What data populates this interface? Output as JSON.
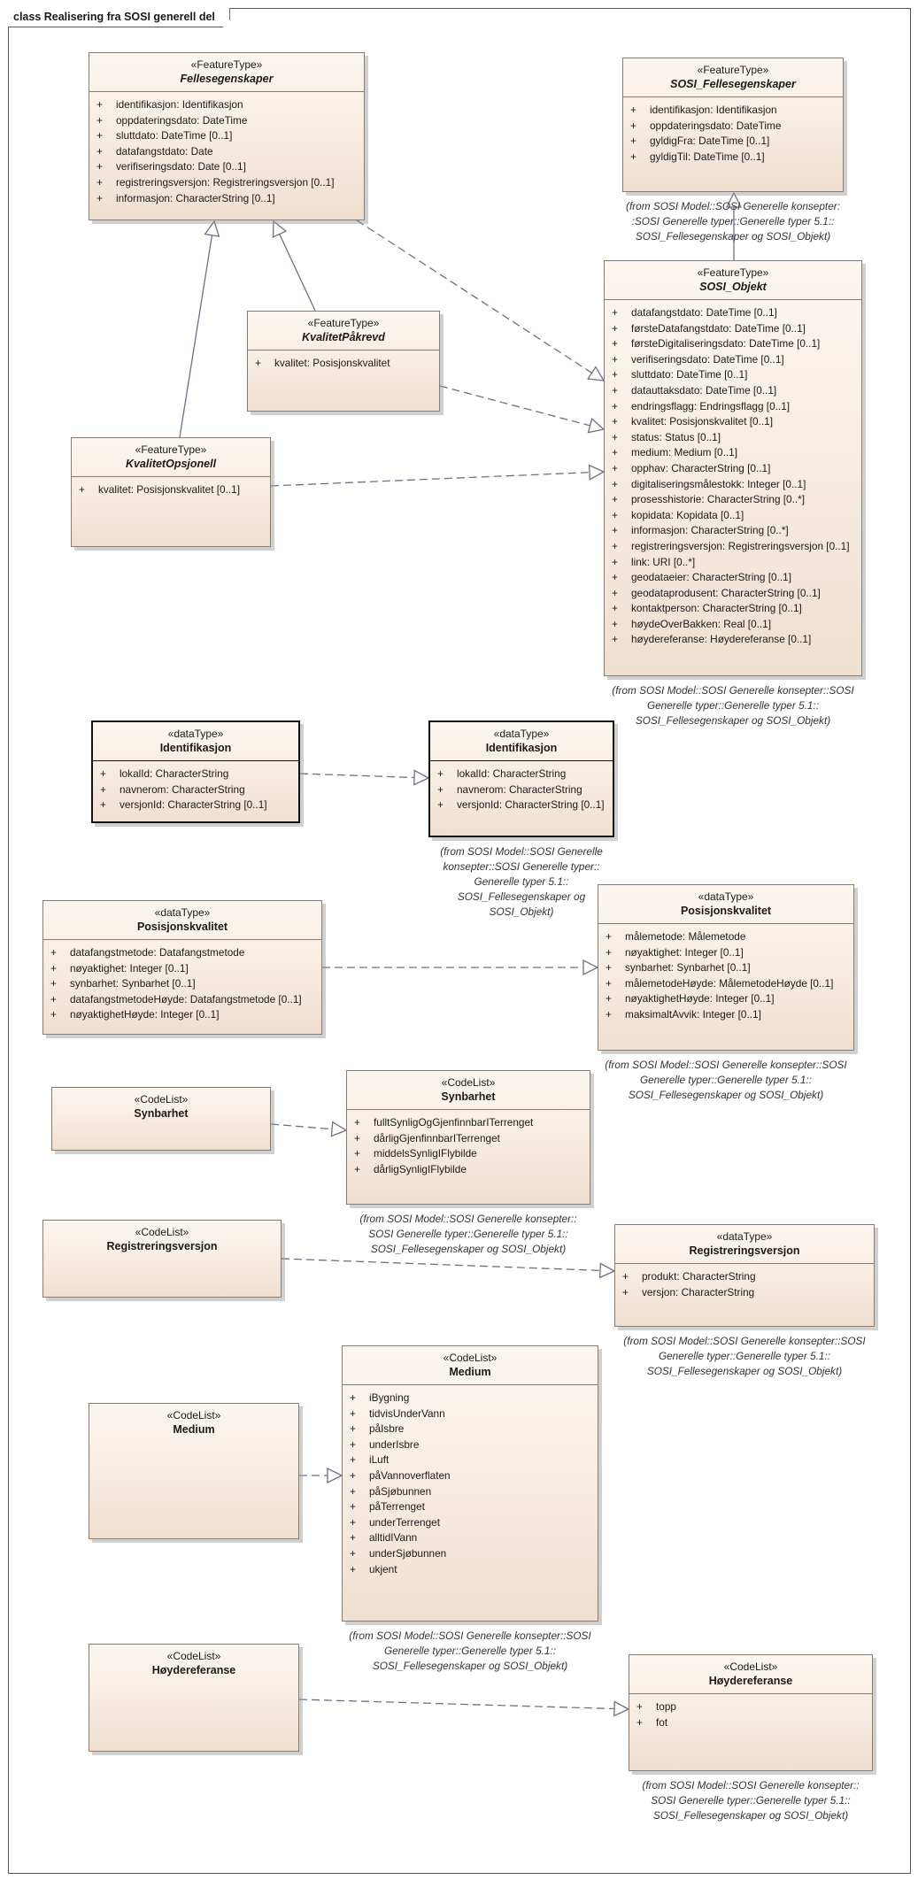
{
  "diagram_title": "class Realisering fra SOSI generell del",
  "classes": {
    "fellesegenskaper": {
      "stereotype": "«FeatureType»",
      "name": "Fellesegenskaper",
      "attributes": [
        {
          "vis": "+",
          "text": "identifikasjon: Identifikasjon"
        },
        {
          "vis": "+",
          "text": "oppdateringsdato: DateTime"
        },
        {
          "vis": "+",
          "text": "sluttdato: DateTime [0..1]"
        },
        {
          "vis": "+",
          "text": "datafangstdato: Date"
        },
        {
          "vis": "+",
          "text": "verifiseringsdato: Date [0..1]"
        },
        {
          "vis": "+",
          "text": "registreringsversjon: Registreringsversjon [0..1]"
        },
        {
          "vis": "+",
          "text": "informasjon: CharacterString [0..1]"
        }
      ]
    },
    "sosi_fellesegenskaper": {
      "stereotype": "«FeatureType»",
      "name": "SOSI_Fellesegenskaper",
      "attributes": [
        {
          "vis": "+",
          "text": "identifikasjon: Identifikasjon"
        },
        {
          "vis": "+",
          "text": "oppdateringsdato: DateTime"
        },
        {
          "vis": "+",
          "text": "gyldigFra: DateTime [0..1]"
        },
        {
          "vis": "+",
          "text": "gyldigTil: DateTime [0..1]"
        }
      ],
      "note": [
        "(from SOSI Model::SOSI Generelle konsepter:",
        ":SOSI Generelle typer::Generelle typer 5.1::",
        "SOSI_Fellesegenskaper og SOSI_Objekt)"
      ]
    },
    "kvalitet_pakrevd": {
      "stereotype": "«FeatureType»",
      "name": "KvalitetPåkrevd",
      "attributes": [
        {
          "vis": "+",
          "text": "kvalitet: Posisjonskvalitet"
        }
      ]
    },
    "sosi_objekt": {
      "stereotype": "«FeatureType»",
      "name": "SOSI_Objekt",
      "attributes": [
        {
          "vis": "+",
          "text": "datafangstdato: DateTime [0..1]"
        },
        {
          "vis": "+",
          "text": "førsteDatafangstdato: DateTime [0..1]"
        },
        {
          "vis": "+",
          "text": "førsteDigitaliseringsdato: DateTime [0..1]"
        },
        {
          "vis": "+",
          "text": "verifiseringsdato: DateTime [0..1]"
        },
        {
          "vis": "+",
          "text": "sluttdato: DateTime [0..1]"
        },
        {
          "vis": "+",
          "text": "datauttaksdato: DateTime [0..1]"
        },
        {
          "vis": "+",
          "text": "endringsflagg: Endringsflagg [0..1]"
        },
        {
          "vis": "+",
          "text": "kvalitet: Posisjonskvalitet [0..1]"
        },
        {
          "vis": "+",
          "text": "status: Status [0..1]"
        },
        {
          "vis": "+",
          "text": "medium: Medium [0..1]"
        },
        {
          "vis": "+",
          "text": "opphav: CharacterString [0..1]"
        },
        {
          "vis": "+",
          "text": "digitaliseringsmålestokk: Integer [0..1]"
        },
        {
          "vis": "+",
          "text": "prosesshistorie: CharacterString [0..*]"
        },
        {
          "vis": "+",
          "text": "kopidata: Kopidata [0..1]"
        },
        {
          "vis": "+",
          "text": "informasjon: CharacterString [0..*]"
        },
        {
          "vis": "+",
          "text": "registreringsversjon: Registreringsversjon [0..1]"
        },
        {
          "vis": "+",
          "text": "link: URI [0..*]"
        },
        {
          "vis": "+",
          "text": "geodataeier: CharacterString [0..1]"
        },
        {
          "vis": "+",
          "text": "geodataprodusent: CharacterString [0..1]"
        },
        {
          "vis": "+",
          "text": "kontaktperson: CharacterString [0..1]"
        },
        {
          "vis": "+",
          "text": "høydeOverBakken: Real [0..1]"
        },
        {
          "vis": "+",
          "text": "høydereferanse: Høydereferanse [0..1]"
        }
      ],
      "note": [
        "(from SOSI Model::SOSI Generelle konsepter::SOSI",
        "Generelle typer::Generelle typer 5.1::",
        "SOSI_Fellesegenskaper og SOSI_Objekt)"
      ]
    },
    "kvalitet_opsjonell": {
      "stereotype": "«FeatureType»",
      "name": "KvalitetOpsjonell",
      "attributes": [
        {
          "vis": "+",
          "text": "kvalitet: Posisjonskvalitet [0..1]"
        }
      ]
    },
    "identifikasjon_local": {
      "stereotype": "«dataType»",
      "name": "Identifikasjon",
      "attributes": [
        {
          "vis": "+",
          "text": "lokalId: CharacterString"
        },
        {
          "vis": "+",
          "text": "navnerom: CharacterString"
        },
        {
          "vis": "+",
          "text": "versjonId: CharacterString [0..1]"
        }
      ]
    },
    "identifikasjon_sosi": {
      "stereotype": "«dataType»",
      "name": "Identifikasjon",
      "attributes": [
        {
          "vis": "+",
          "text": "lokalId: CharacterString"
        },
        {
          "vis": "+",
          "text": "navnerom: CharacterString"
        },
        {
          "vis": "+",
          "text": "versjonId: CharacterString [0..1]"
        }
      ],
      "note": [
        "(from SOSI Model::SOSI Generelle",
        "konsepter::SOSI Generelle typer::",
        "Generelle typer 5.1::",
        "SOSI_Fellesegenskaper og",
        "SOSI_Objekt)"
      ]
    },
    "posisjonskvalitet_local": {
      "stereotype": "«dataType»",
      "name": "Posisjonskvalitet",
      "attributes": [
        {
          "vis": "+",
          "text": "datafangstmetode: Datafangstmetode"
        },
        {
          "vis": "+",
          "text": "nøyaktighet: Integer [0..1]"
        },
        {
          "vis": "+",
          "text": "synbarhet: Synbarhet [0..1]"
        },
        {
          "vis": "+",
          "text": "datafangstmetodeHøyde: Datafangstmetode [0..1]"
        },
        {
          "vis": "+",
          "text": "nøyaktighetHøyde: Integer [0..1]"
        }
      ]
    },
    "posisjonskvalitet_sosi": {
      "stereotype": "«dataType»",
      "name": "Posisjonskvalitet",
      "attributes": [
        {
          "vis": "+",
          "text": "målemetode: Målemetode"
        },
        {
          "vis": "+",
          "text": "nøyaktighet: Integer [0..1]"
        },
        {
          "vis": "+",
          "text": "synbarhet: Synbarhet [0..1]"
        },
        {
          "vis": "+",
          "text": "målemetodeHøyde: MålemetodeHøyde [0..1]"
        },
        {
          "vis": "+",
          "text": "nøyaktighetHøyde: Integer [0..1]"
        },
        {
          "vis": "+",
          "text": "maksimaltAvvik: Integer [0..1]"
        }
      ],
      "note": [
        "(from SOSI Model::SOSI Generelle konsepter::SOSI",
        "Generelle typer::Generelle typer 5.1::",
        "SOSI_Fellesegenskaper og SOSI_Objekt)"
      ]
    },
    "synbarhet_local": {
      "stereotype": "«CodeList»",
      "name": "Synbarhet",
      "attributes": []
    },
    "synbarhet_sosi": {
      "stereotype": "«CodeList»",
      "name": "Synbarhet",
      "attributes": [
        {
          "vis": "+",
          "text": "fulltSynligOgGjenfinnbarITerrenget"
        },
        {
          "vis": "+",
          "text": "dårligGjenfinnbarITerrenget"
        },
        {
          "vis": "+",
          "text": "middelsSynligIFlybilde"
        },
        {
          "vis": "+",
          "text": "dårligSynligIFlybilde"
        }
      ],
      "note": [
        "(from SOSI Model::SOSI Generelle konsepter::",
        "SOSI Generelle typer::Generelle typer 5.1::",
        "SOSI_Fellesegenskaper og SOSI_Objekt)"
      ]
    },
    "registreringsversjon_local": {
      "stereotype": "«CodeList»",
      "name": "Registreringsversjon",
      "attributes": []
    },
    "registreringsversjon_sosi": {
      "stereotype": "«dataType»",
      "name": "Registreringsversjon",
      "attributes": [
        {
          "vis": "+",
          "text": "produkt: CharacterString"
        },
        {
          "vis": "+",
          "text": "versjon: CharacterString"
        }
      ],
      "note": [
        "(from SOSI Model::SOSI Generelle konsepter::SOSI",
        "Generelle typer::Generelle typer 5.1::",
        "SOSI_Fellesegenskaper og SOSI_Objekt)"
      ]
    },
    "medium_local": {
      "stereotype": "«CodeList»",
      "name": "Medium",
      "attributes": []
    },
    "medium_sosi": {
      "stereotype": "«CodeList»",
      "name": "Medium",
      "attributes": [
        {
          "vis": "+",
          "text": "iBygning"
        },
        {
          "vis": "+",
          "text": "tidvisUnderVann"
        },
        {
          "vis": "+",
          "text": "påIsbre"
        },
        {
          "vis": "+",
          "text": "underIsbre"
        },
        {
          "vis": "+",
          "text": "iLuft"
        },
        {
          "vis": "+",
          "text": "påVannoverflaten"
        },
        {
          "vis": "+",
          "text": "påSjøbunnen"
        },
        {
          "vis": "+",
          "text": "påTerrenget"
        },
        {
          "vis": "+",
          "text": "underTerrenget"
        },
        {
          "vis": "+",
          "text": "alltidIVann"
        },
        {
          "vis": "+",
          "text": "underSjøbunnen"
        },
        {
          "vis": "+",
          "text": "ukjent"
        }
      ],
      "note": [
        "(from SOSI Model::SOSI Generelle konsepter::SOSI",
        "Generelle typer::Generelle typer 5.1::",
        "SOSI_Fellesegenskaper og SOSI_Objekt)"
      ]
    },
    "hoydereferanse_local": {
      "stereotype": "«CodeList»",
      "name": "Høydereferanse",
      "attributes": []
    },
    "hoydereferanse_sosi": {
      "stereotype": "«CodeList»",
      "name": "Høydereferanse",
      "attributes": [
        {
          "vis": "+",
          "text": "topp"
        },
        {
          "vis": "+",
          "text": "fot"
        }
      ],
      "note": [
        "(from SOSI Model::SOSI Generelle konsepter::",
        "SOSI Generelle typer::Generelle typer 5.1::",
        "SOSI_Fellesegenskaper og SOSI_Objekt)"
      ]
    }
  },
  "colors": {
    "box_fill_top": "#fbf6f1",
    "box_fill_bottom": "#f0dfd0",
    "box_border": "#8a7b6d",
    "connector": "#6e6e8a"
  }
}
